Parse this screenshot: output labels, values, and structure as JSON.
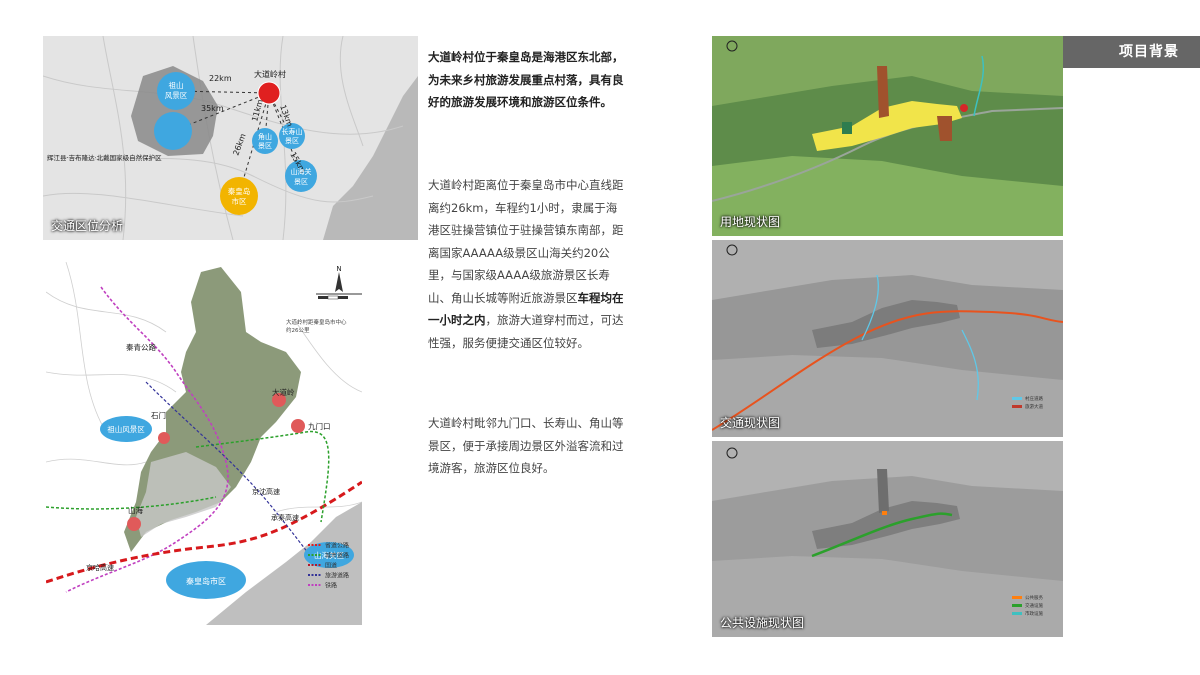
{
  "section_tag": "项目背景",
  "map1": {
    "caption": "交通区位分析",
    "village": "大道岭村",
    "distance_22": "22km",
    "distance_35": "35km",
    "distance_11": "11km",
    "distance_13": "13km",
    "distance_26": "26km",
    "distance_15": "15km",
    "reserve_label": "辉江县·吉布隆达·北戴国家级自然保护区",
    "spot_laoling_line1": "祖山",
    "spot_laoling_line2": "风景区",
    "spot_changshou_line1": "长寿山",
    "spot_changshou_line2": "景区",
    "spot_jiaoshan_line1": "角山",
    "spot_jiaoshan_line2": "景区",
    "spot_shanhai_line1": "山海关",
    "spot_shanhai_line2": "景区",
    "city_line1": "秦皇岛",
    "city_line2": "市区"
  },
  "map2": {
    "road_label": "秦青公路",
    "village": "大道岭",
    "scenic_zushan": "祖山风景区",
    "jiumenkou": "九门口",
    "shimen": "石门",
    "shanhaiguan": "山海关区",
    "city": "秦皇岛市区",
    "expressway_1": "京哈高速",
    "expressway_2": "京沈高速",
    "expressway_3": "承秦高速",
    "jiaoshan": "山海",
    "north": "N",
    "note_line1": "大道岭村距秦皇岛市中心",
    "note_line2": "约26公里",
    "legend": [
      {
        "label": "省道公路",
        "color": "#e31a1c"
      },
      {
        "label": "城市道路",
        "color": "#2ca02c"
      },
      {
        "label": "国道",
        "color": "#b2182b"
      },
      {
        "label": "旅游道路",
        "color": "#333399"
      },
      {
        "label": "铁路",
        "color": "#c040c0"
      }
    ]
  },
  "text": {
    "p1": "大道岭村位于秦皇岛是海港区东北部，为未来乡村旅游发展重点村落，具有良好的旅游发展环境和旅游区位条件。",
    "p2_a": "大道岭村距离位于秦皇岛市中心直线距离约26km，车程约1小时，隶属于海港区驻操营镇位于驻操营镇东南部，距离国家AAAAA级景区山海关约20公里，与国家级AAAA级旅游景区长寿山、角山长城等附近旅游景区",
    "p2_b": "车程均在一小时之内",
    "p2_c": "，旅游大道穿村而过，可达性强，服务便捷交通区位较好。",
    "p3": "大道岭村毗邻九门口、长寿山、角山等景区，便于承接周边景区外溢客流和过境游客，旅游区位良好。"
  },
  "right_maps": {
    "land_use_caption": "用地现状图",
    "traffic_caption": "交通现状图",
    "facility_caption": "公共设施现状图",
    "traffic_legend": [
      "村庄道路",
      "旅游大道"
    ],
    "facility_legend": [
      "公共服务",
      "交通设施",
      "市政设施"
    ]
  }
}
